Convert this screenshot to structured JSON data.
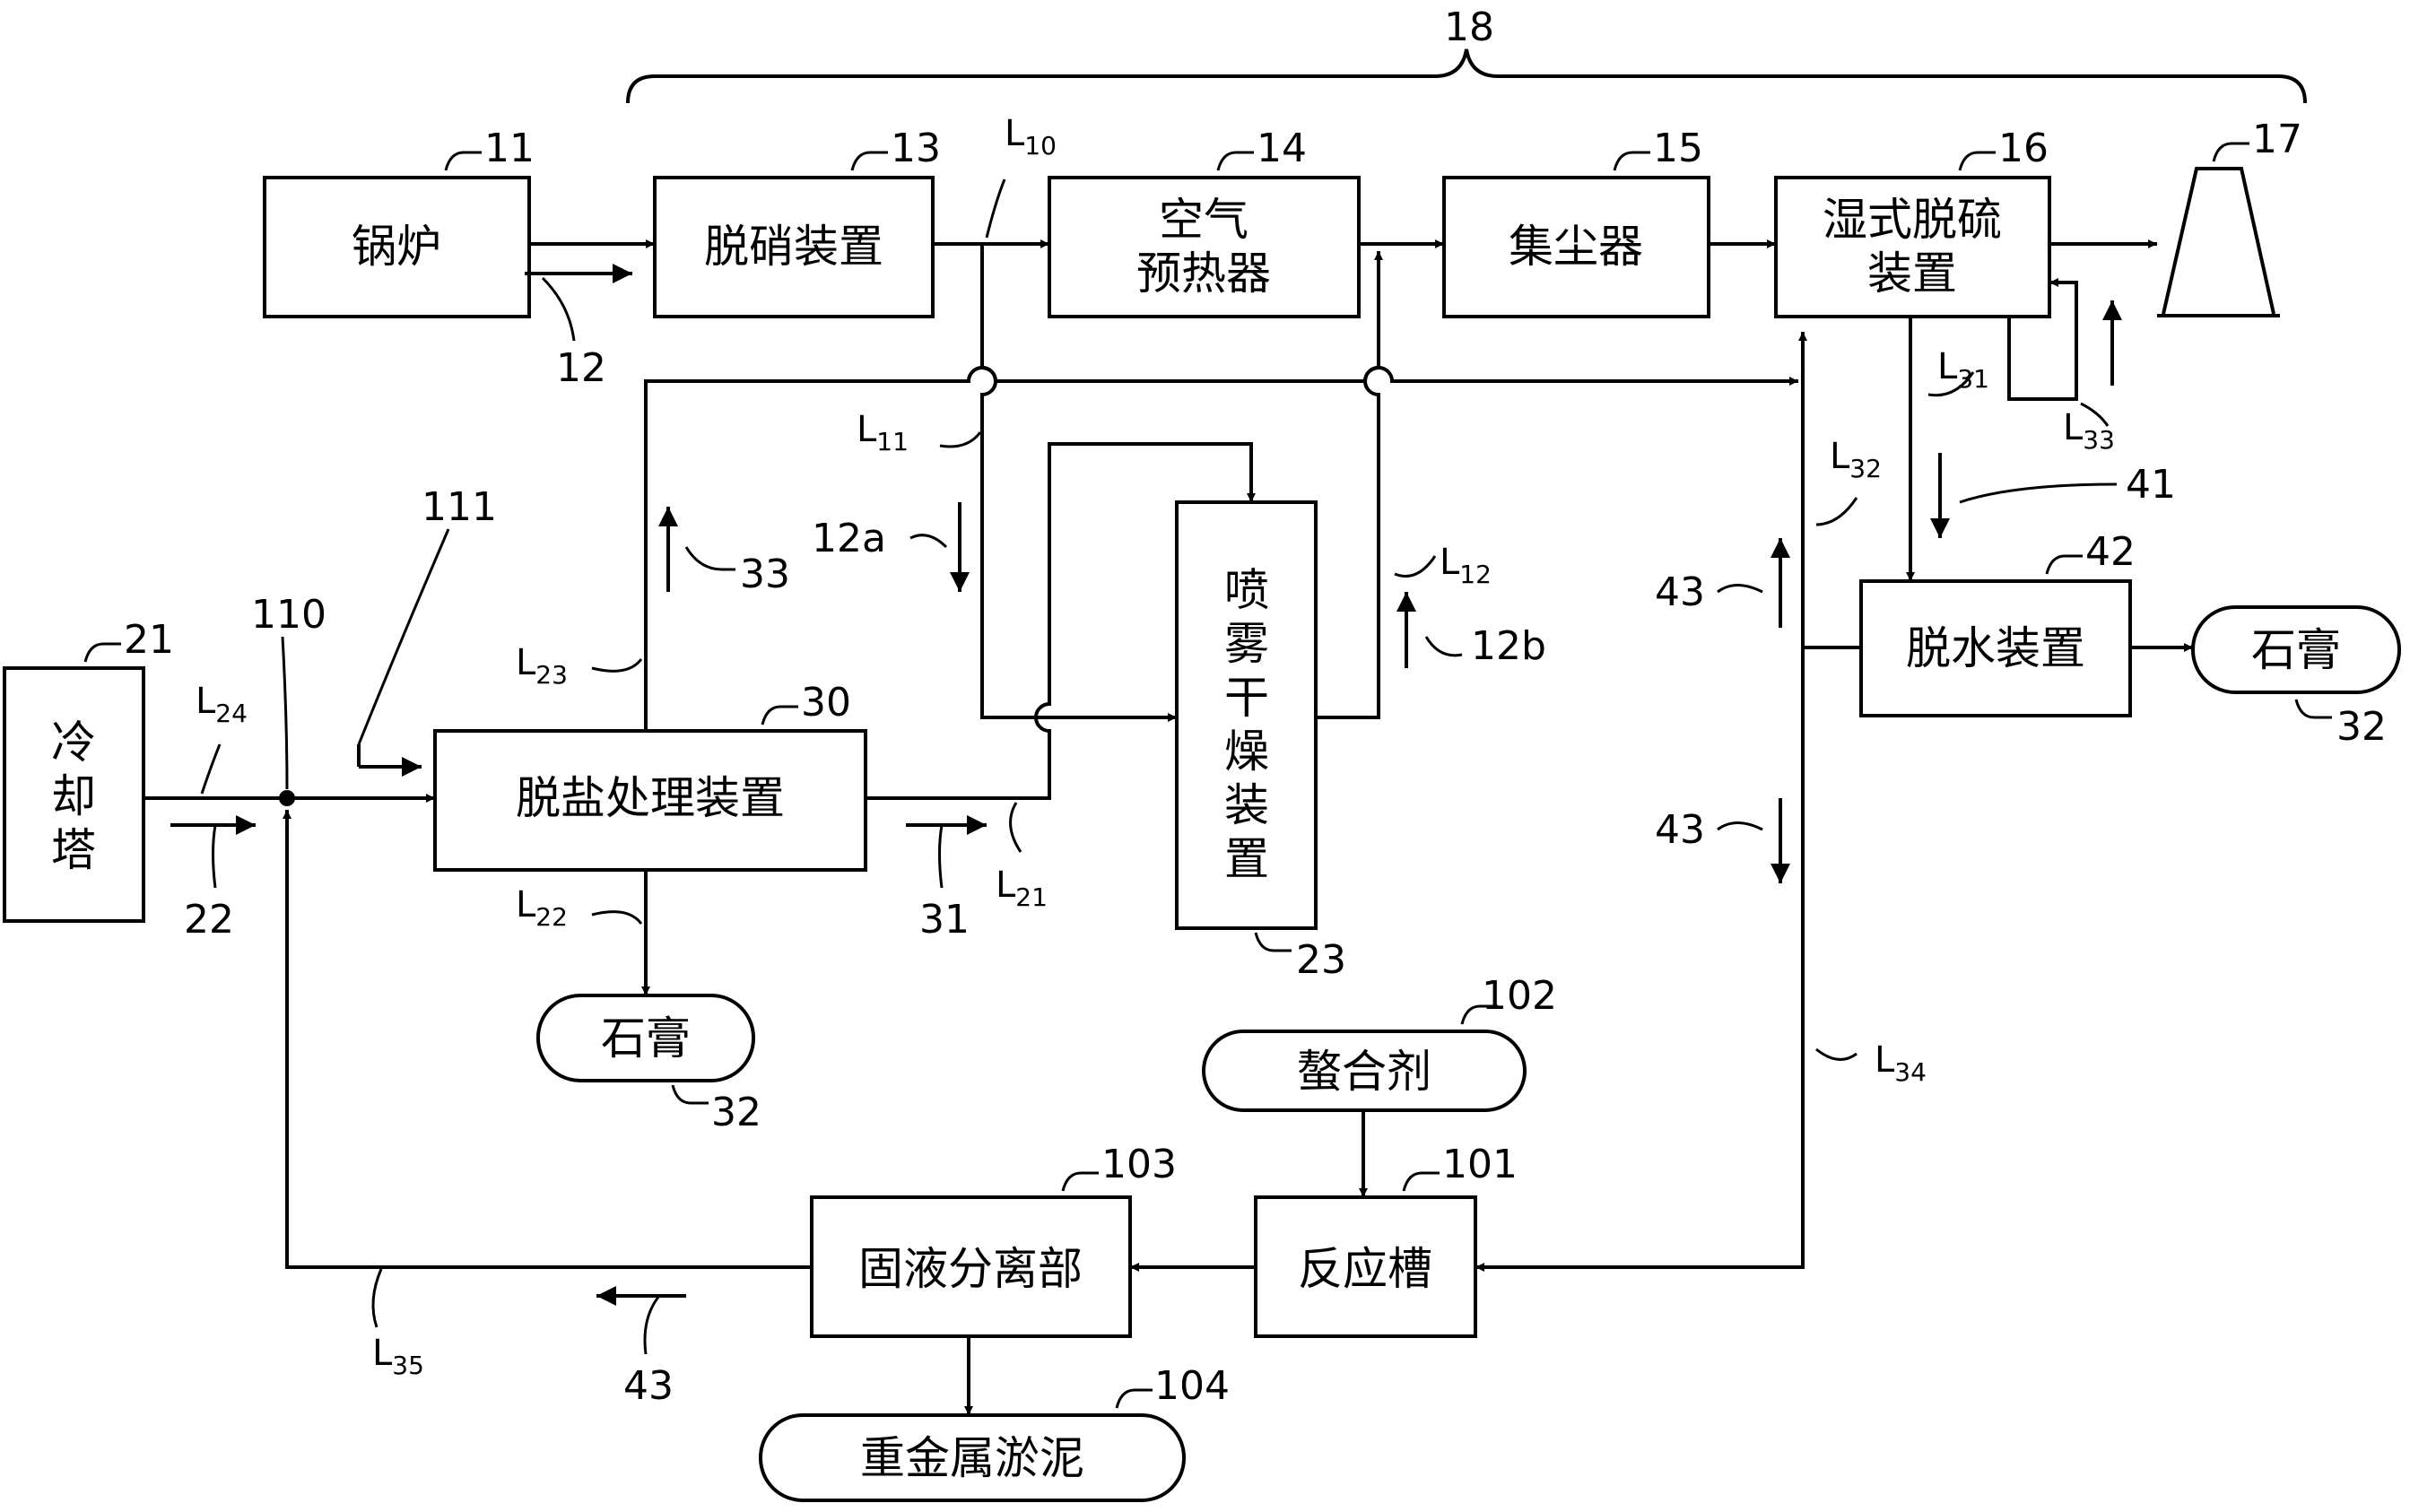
{
  "boxes": {
    "boiler": "锅炉",
    "denitration": "脱硝装置",
    "air_preheater_1": "空气",
    "air_preheater_2": "预热器",
    "dust_collector": "集尘器",
    "wet_desulfurization_1": "湿式脱硫",
    "wet_desulfurization_2": "装置",
    "cooling_tower": [
      "冷",
      "却",
      "塔"
    ],
    "desalination": "脱盐处理装置",
    "spray_dryer": [
      "喷",
      "雾",
      "干",
      "燥",
      "装",
      "置"
    ],
    "dehydrator": "脱水装置",
    "gypsum_right": "石膏",
    "gypsum_left": "石膏",
    "chelating_agent": "螯合剂",
    "reaction_tank": "反应槽",
    "solid_liquid_separator": "固液分离部",
    "heavy_metal_sludge": "重金属淤泥"
  },
  "refs": {
    "r11": "11",
    "r13": "13",
    "r14": "14",
    "r15": "15",
    "r16": "16",
    "r17": "17",
    "r18": "18",
    "r21": "21",
    "r110": "110",
    "r111": "111",
    "r30": "30",
    "r23": "23",
    "r42": "42",
    "r32a": "32",
    "r32b": "32",
    "r102": "102",
    "r101": "101",
    "r103": "103",
    "r104": "104",
    "f12": "12",
    "f12a": "12a",
    "f12b": "12b",
    "f22": "22",
    "f31": "31",
    "f33": "33",
    "f41": "41",
    "f43a": "43",
    "f43b": "43",
    "f43c": "43"
  },
  "lines": {
    "L10": {
      "main": "L",
      "sub": "10"
    },
    "L11": {
      "main": "L",
      "sub": "11"
    },
    "L12": {
      "main": "L",
      "sub": "12"
    },
    "L21": {
      "main": "L",
      "sub": "21"
    },
    "L22": {
      "main": "L",
      "sub": "22"
    },
    "L23": {
      "main": "L",
      "sub": "23"
    },
    "L24": {
      "main": "L",
      "sub": "24"
    },
    "L31": {
      "main": "L",
      "sub": "31"
    },
    "L32": {
      "main": "L",
      "sub": "32"
    },
    "L33": {
      "main": "L",
      "sub": "33"
    },
    "L34": {
      "main": "L",
      "sub": "34"
    },
    "L35": {
      "main": "L",
      "sub": "35"
    }
  },
  "colors": {
    "stroke": "#000000",
    "background": "#ffffff"
  }
}
